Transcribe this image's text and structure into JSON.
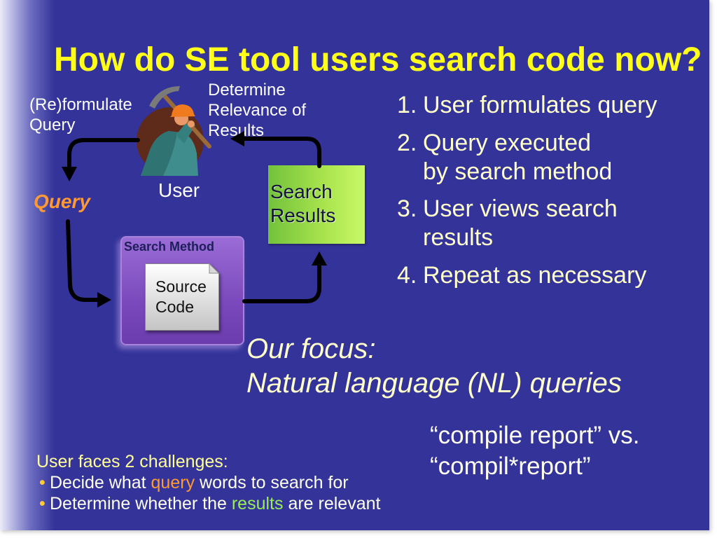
{
  "slide": {
    "title": "How do SE tool users search code now?"
  },
  "colors": {
    "background": "#333399",
    "title": "#ffff1a",
    "body_text": "#ffffcc",
    "query_accent": "#ff9933",
    "results_accent": "#99ee55",
    "search_results_box": "#a6e24c",
    "search_method_box": "#7a4abc"
  },
  "diagram": {
    "reformulate_label": {
      "line1": "(Re)formulate",
      "line2": "Query"
    },
    "relevance_label": {
      "line1": "Determine",
      "line2": "Relevance of",
      "line3": "Results"
    },
    "user_icon": "construction-worker-icon",
    "user_label": "User",
    "query_label": "Query",
    "search_results": {
      "line1": "Search",
      "line2": "Results"
    },
    "search_method": {
      "label": "Search Method",
      "document_icon": "document-icon",
      "document": {
        "line1": "Source",
        "line2": "Code"
      }
    }
  },
  "steps": [
    {
      "number": "1.",
      "lines": [
        "User formulates query"
      ]
    },
    {
      "number": "2.",
      "lines": [
        "Query executed",
        "by search method"
      ]
    },
    {
      "number": "3.",
      "lines": [
        "User views search",
        "results"
      ]
    },
    {
      "number": "4.",
      "lines": [
        "Repeat as necessary"
      ]
    }
  ],
  "focus": {
    "line1": "Our focus:",
    "line2": "Natural language (NL) queries"
  },
  "example": {
    "line1": "“compile report” vs.",
    "line2": "“compil*report”"
  },
  "challenges": {
    "heading": "User faces 2 challenges:",
    "bullet": "•",
    "items": [
      {
        "before": "Decide what ",
        "highlight": "query",
        "after": " words to search for"
      },
      {
        "before": "Determine whether the ",
        "highlight": "results",
        "after": " are relevant"
      }
    ]
  }
}
